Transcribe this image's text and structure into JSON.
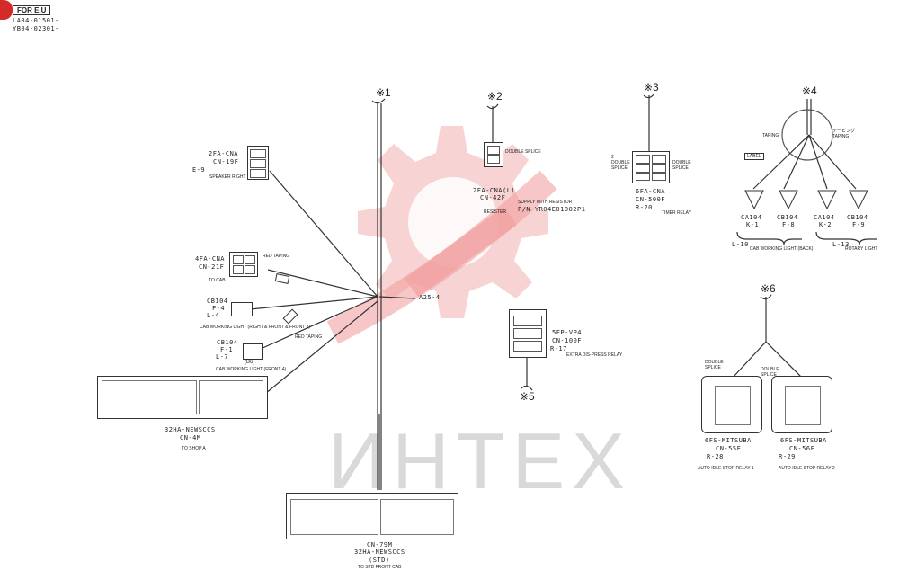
{
  "header": {
    "badge": "FOR E.U",
    "serial_1": "LA04-01501-",
    "serial_2": "YB04-02301-"
  },
  "watermark": {
    "text": "ИНТЕХ"
  },
  "branch_marks": {
    "m1": "※1",
    "m2": "※2",
    "m3": "※3",
    "m4": "※4",
    "m5": "※5",
    "m6": "※6"
  },
  "connectors": {
    "speaker": {
      "type": "2FA-CNA",
      "code": "CN-19F",
      "ref": "E-9",
      "desc": "SPEAKER RIGHT"
    },
    "cab": {
      "type": "4FA-CNA",
      "code": "CN-21F",
      "desc": "TO CAB"
    },
    "cb104_f4": {
      "type": "CB104",
      "code": "F-4",
      "ref": "L-4",
      "desc": "CAB WORKING LIGHT (RIGHT & FRONT & FRONT 2)"
    },
    "cb104_f1": {
      "type": "CB104",
      "code": "F-1",
      "ref": "L-7",
      "badge": "(B6)",
      "desc": "CAB WORKING LIGHT (FRONT 4)"
    },
    "main_left": {
      "type": "32HA-NEWSCCS",
      "code": "CN-4M",
      "desc": "TO SHOP A"
    },
    "main_bottom": {
      "code": "CN-79M",
      "type": "32HA-NEWSCCS",
      "sub": "(STD)",
      "desc": "TO STD FRONT CAB"
    },
    "resistor": {
      "type": "2FA-CNA(L)",
      "code": "CN-42F",
      "desc": "RESISTER",
      "note": "SUPPLY WITH RESISTOR",
      "pn": "P/N YR04E01002P1"
    },
    "timer": {
      "type": "6FA-CNA",
      "code": "CN-500F",
      "ref": "R-20",
      "desc": "TIMER RELAY"
    },
    "extra": {
      "type": "5FP-VP4",
      "code": "CN-100F",
      "ref": "R-17",
      "desc": "EXTRA DIS-PRESS RELAY"
    },
    "ca104_k1": {
      "type": "CA104",
      "code": "K-1"
    },
    "cb104_f8": {
      "type": "CB104",
      "code": "F-8"
    },
    "ca104_k2": {
      "type": "CA104",
      "code": "K-2"
    },
    "cb104_f9": {
      "type": "CB104",
      "code": "F-9"
    },
    "mitsuba_a": {
      "type": "6FS-MITSUBA",
      "code": "CN-55F",
      "ref": "R-28",
      "desc": "AUTO IDLE STOP RELAY 1"
    },
    "mitsuba_b": {
      "type": "6FS-MITSUBA",
      "code": "CN-56F",
      "ref": "R-29",
      "desc": "AUTO IDLE STOP RELAY 2"
    }
  },
  "annotations": {
    "a25": "A25-4",
    "red_taping_1": "RED TAPING",
    "red_taping_2": "RED TAPING",
    "double_splice_1": "DOUBLE SPLICE",
    "double_splice_2": "2 DOUBLE SPLICE",
    "double_splice_3": "DOUBLE SPLICE",
    "double_splice_4": "DOUBLE SPLICE",
    "double_splice_5": "DOUBLE SPLICE",
    "taping": "TAPING",
    "taping_jp": "テーピング TAPING",
    "label_tag": "LABEL",
    "l10": "L-10",
    "l10_desc": "CAB WORKING LIGHT (BACK)",
    "l13": "L-13",
    "l13_desc": "ROTARY LIGHT"
  },
  "colors": {
    "line": "#333333",
    "watermark": "#f2a0a0",
    "badge_red": "#d42a2a"
  }
}
